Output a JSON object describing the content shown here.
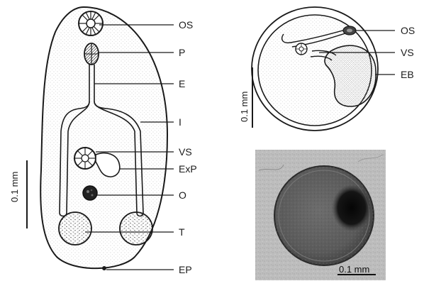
{
  "left_figure": {
    "labels": {
      "os": "OS",
      "p": "P",
      "e": "E",
      "i": "I",
      "vs": "VS",
      "exp": "ExP",
      "o": "O",
      "t": "T",
      "ep": "EP"
    },
    "scale_text": "0.1 mm"
  },
  "top_right_figure": {
    "labels": {
      "os": "OS",
      "vs": "VS",
      "eb": "EB"
    },
    "scale_text": "0.1 mm"
  },
  "photo": {
    "scale_text": "0.1 mm"
  }
}
